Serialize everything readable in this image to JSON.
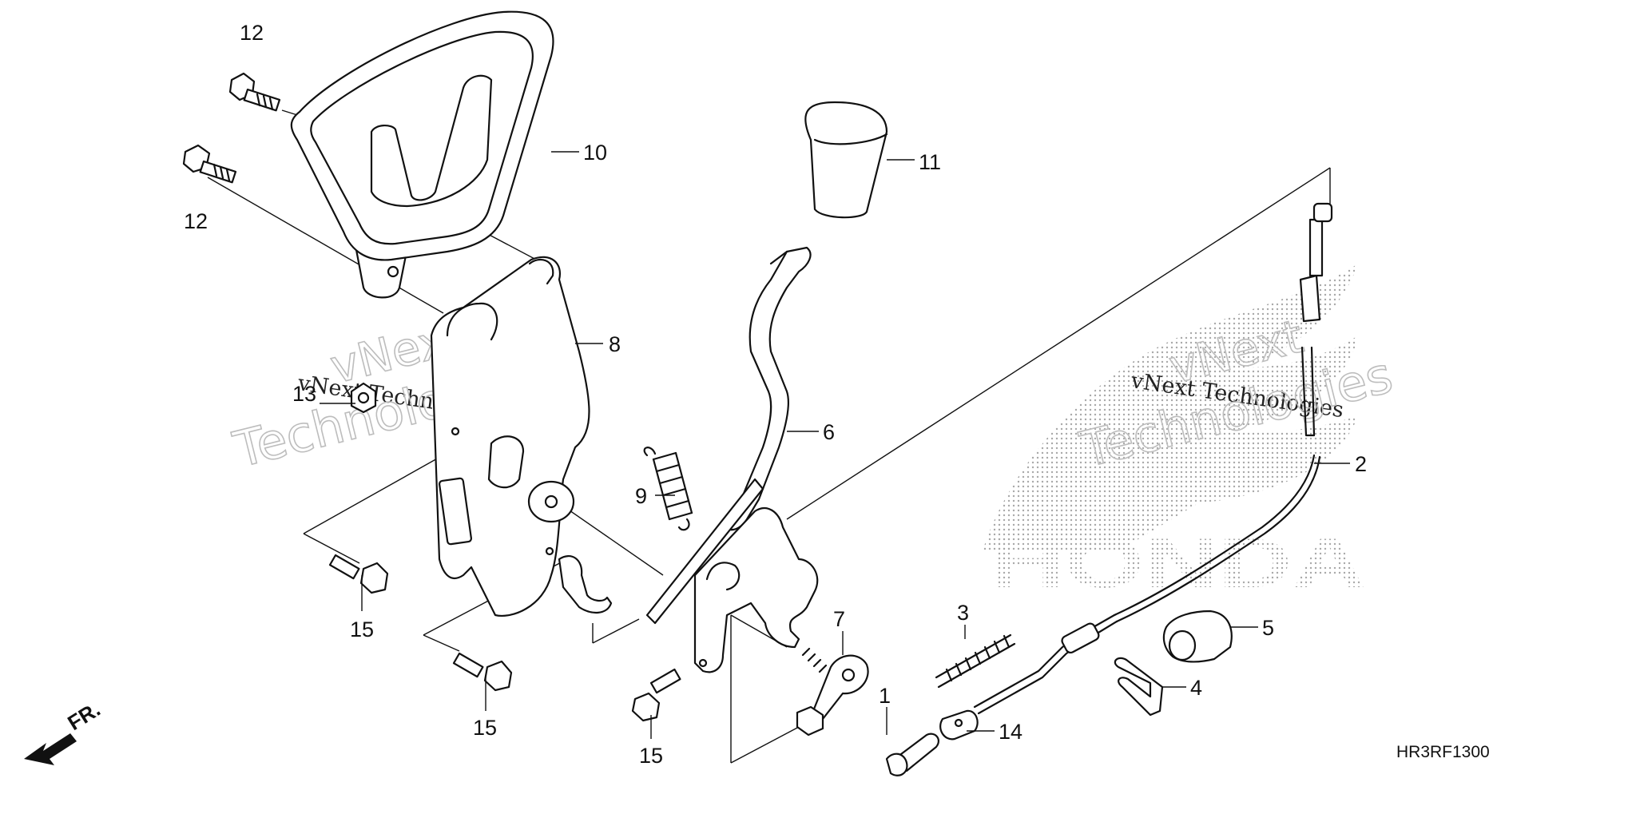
{
  "diagram": {
    "code": "HR3RF1300",
    "front_label": "FR.",
    "brand_watermark": "HONDA",
    "watermarks": [
      "vNext Technologies",
      "vNext Technologies"
    ],
    "callouts": {
      "c1": "1",
      "c2": "2",
      "c3": "3",
      "c4": "4",
      "c5": "5",
      "c6": "6",
      "c7": "7",
      "c8": "8",
      "c9": "9",
      "c10": "10",
      "c11": "11",
      "c12a": "12",
      "c12b": "12",
      "c13": "13",
      "c14": "14",
      "c15a": "15",
      "c15b": "15",
      "c15c": "15"
    }
  }
}
